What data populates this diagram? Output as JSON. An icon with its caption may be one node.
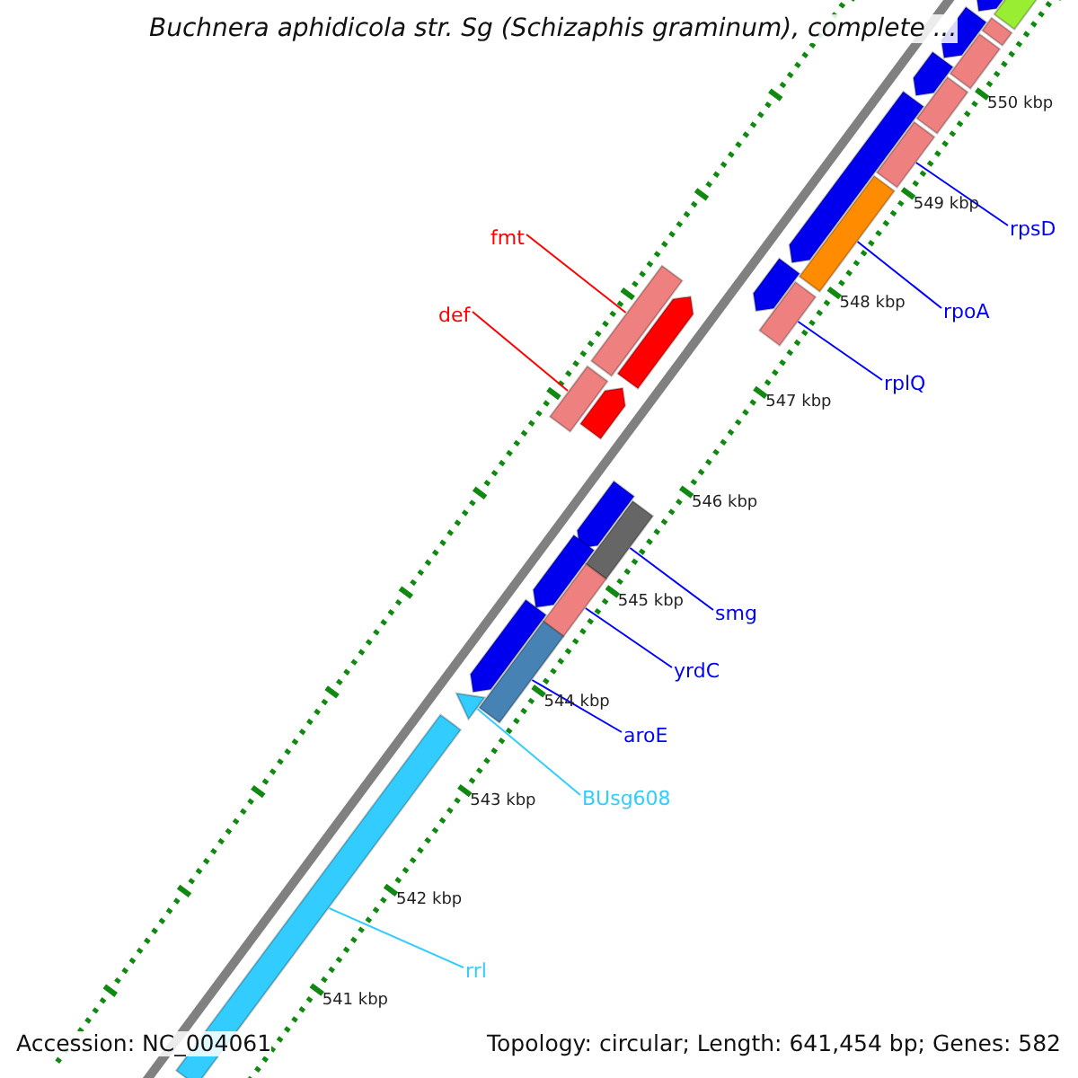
{
  "diagram": {
    "title": "Buchnera aphidicola str. Sg (Schizaphis graminum), complete ...",
    "nodes": [
      {
        "text": [
          "fmt"
        ]
      },
      {
        "text": [
          "def"
        ]
      },
      {
        "text": [
          "rpsD"
        ]
      },
      {
        "text": [
          "rpoA"
        ]
      },
      {
        "text": [
          "rplQ"
        ]
      },
      {
        "text": [
          "smg"
        ]
      },
      {
        "text": [
          "yrdC"
        ]
      },
      {
        "text": [
          "aroE"
        ]
      },
      {
        "text": [
          "BUsg608"
        ]
      },
      {
        "text": [
          "rrl"
        ]
      },
      {
        "text": [],
        "shape": "bar"
      },
      {
        "text": [],
        "shape": "arrow"
      },
      {
        "text": [],
        "shape": "arrow"
      },
      {
        "text": [],
        "shape": "bar"
      },
      {
        "text": [],
        "shape": "bar"
      },
      {
        "text": [],
        "shape": "arrow"
      },
      {
        "text": [],
        "shape": "bar"
      },
      {
        "text": [],
        "shape": "arrow"
      },
      {
        "text": [],
        "shape": "bar"
      },
      {
        "text": [],
        "shape": "bar"
      },
      {
        "text": [],
        "shape": "arrow"
      },
      {
        "text": [],
        "shape": "bar"
      },
      {
        "text": [],
        "shape": "bar"
      },
      {
        "text": [],
        "shape": "arrow"
      },
      {
        "text": [],
        "shape": "bar"
      },
      {
        "text": [],
        "shape": "arrow"
      },
      {
        "text": [],
        "shape": "arrow"
      },
      {
        "text": [],
        "shape": "bar"
      },
      {
        "text": [],
        "shape": "arrow"
      },
      {
        "text": [],
        "shape": "bar"
      },
      {
        "text": [],
        "shape": "arrow"
      },
      {
        "text": [],
        "shape": "bar"
      },
      {
        "text": [],
        "shape": "triangle"
      },
      {
        "text": [],
        "shape": "bar"
      }
    ],
    "edges": [
      {
        "from": 0,
        "to": 21,
        "arrow": "none",
        "color": "#ff0000"
      },
      {
        "from": 1,
        "to": 24,
        "arrow": "none",
        "color": "#ff0000"
      },
      {
        "from": 2,
        "to": 18,
        "arrow": "none"
      },
      {
        "from": 3,
        "to": 19,
        "arrow": "none"
      },
      {
        "from": 4,
        "to": 22,
        "arrow": "none"
      },
      {
        "from": 5,
        "to": 27,
        "arrow": "none"
      },
      {
        "from": 6,
        "to": 29,
        "arrow": "none"
      },
      {
        "from": 7,
        "to": 31,
        "arrow": "none"
      },
      {
        "from": 8,
        "to": 32,
        "arrow": "none",
        "color": "#33ccff"
      },
      {
        "from": 9,
        "to": 33,
        "arrow": "none",
        "color": "#33ccff"
      }
    ],
    "labels": [
      "550 kbp",
      "549 kbp",
      "548 kbp",
      "547 kbp",
      "546 kbp",
      "545 kbp",
      "544 kbp",
      "543 kbp",
      "542 kbp",
      "541 kbp",
      "Accession: NC_004061",
      "Topology: circular; Length: 641,454 bp; Genes: 582"
    ]
  }
}
